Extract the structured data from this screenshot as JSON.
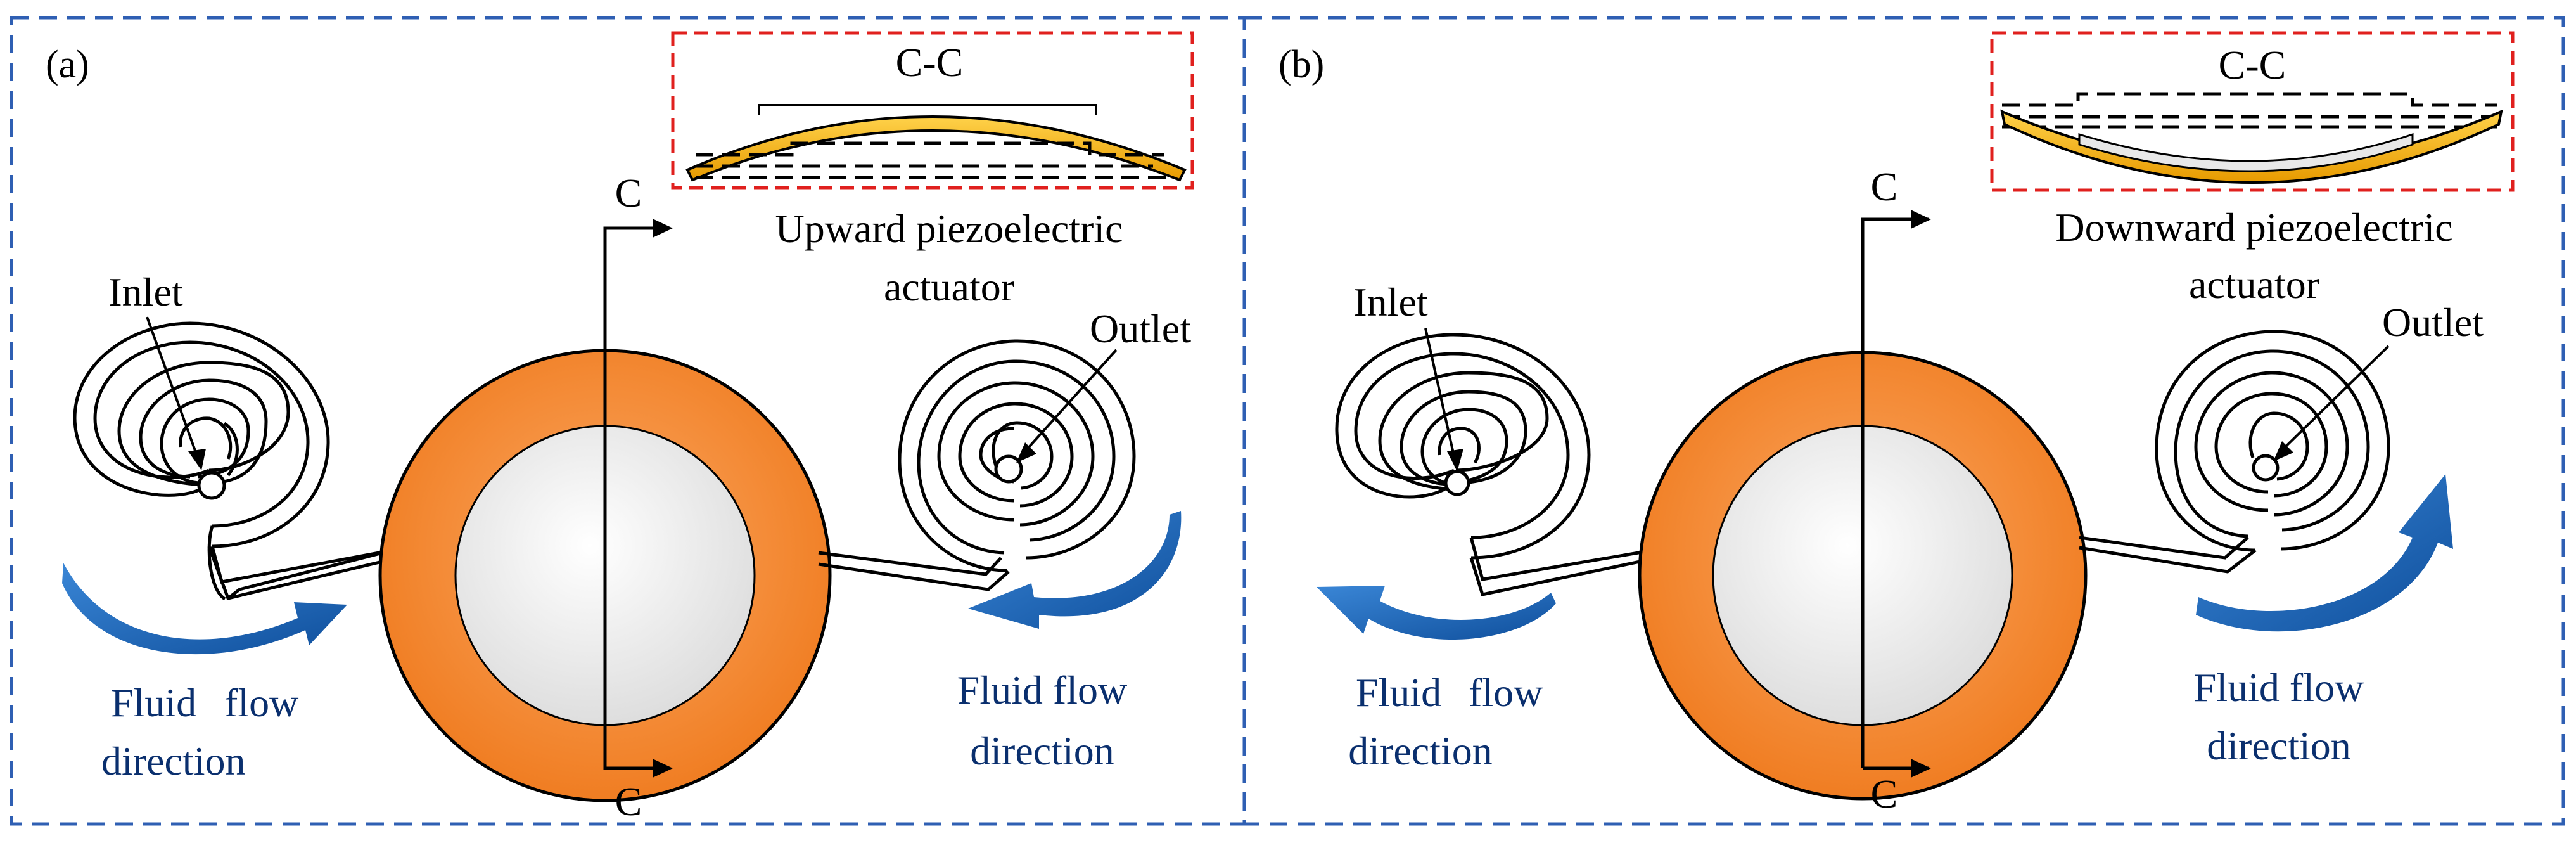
{
  "panels": [
    {
      "label": "(a)",
      "section_label": "C-C",
      "cut_label": "C",
      "actuator_line1": "Upward piezoelectric",
      "actuator_line2": "actuator",
      "inlet": "Inlet",
      "outlet": "Outlet",
      "flow_left_line1": "Fluid",
      "flow_left_line1b": "flow",
      "flow_left_line2": "direction",
      "flow_right_line1": "Fluid flow",
      "flow_right_line2": "direction"
    },
    {
      "label": "(b)",
      "section_label": "C-C",
      "cut_label": "C",
      "actuator_line1": "Downward piezoelectric",
      "actuator_line2": "actuator",
      "inlet": "Inlet",
      "outlet": "Outlet",
      "flow_left_line1": "Fluid",
      "flow_left_line1b": "flow",
      "flow_left_line2": "direction",
      "flow_right_line1": "Fluid flow",
      "flow_right_line2": "direction"
    }
  ],
  "colors": {
    "panel_border": "#2f5fb3",
    "section_border": "#e0201e",
    "actuator_ring": "#f48b33",
    "actuator_center": "#ececec",
    "piezo_layer": "#f6b51c",
    "flow_arrow": "#1f66b5"
  }
}
